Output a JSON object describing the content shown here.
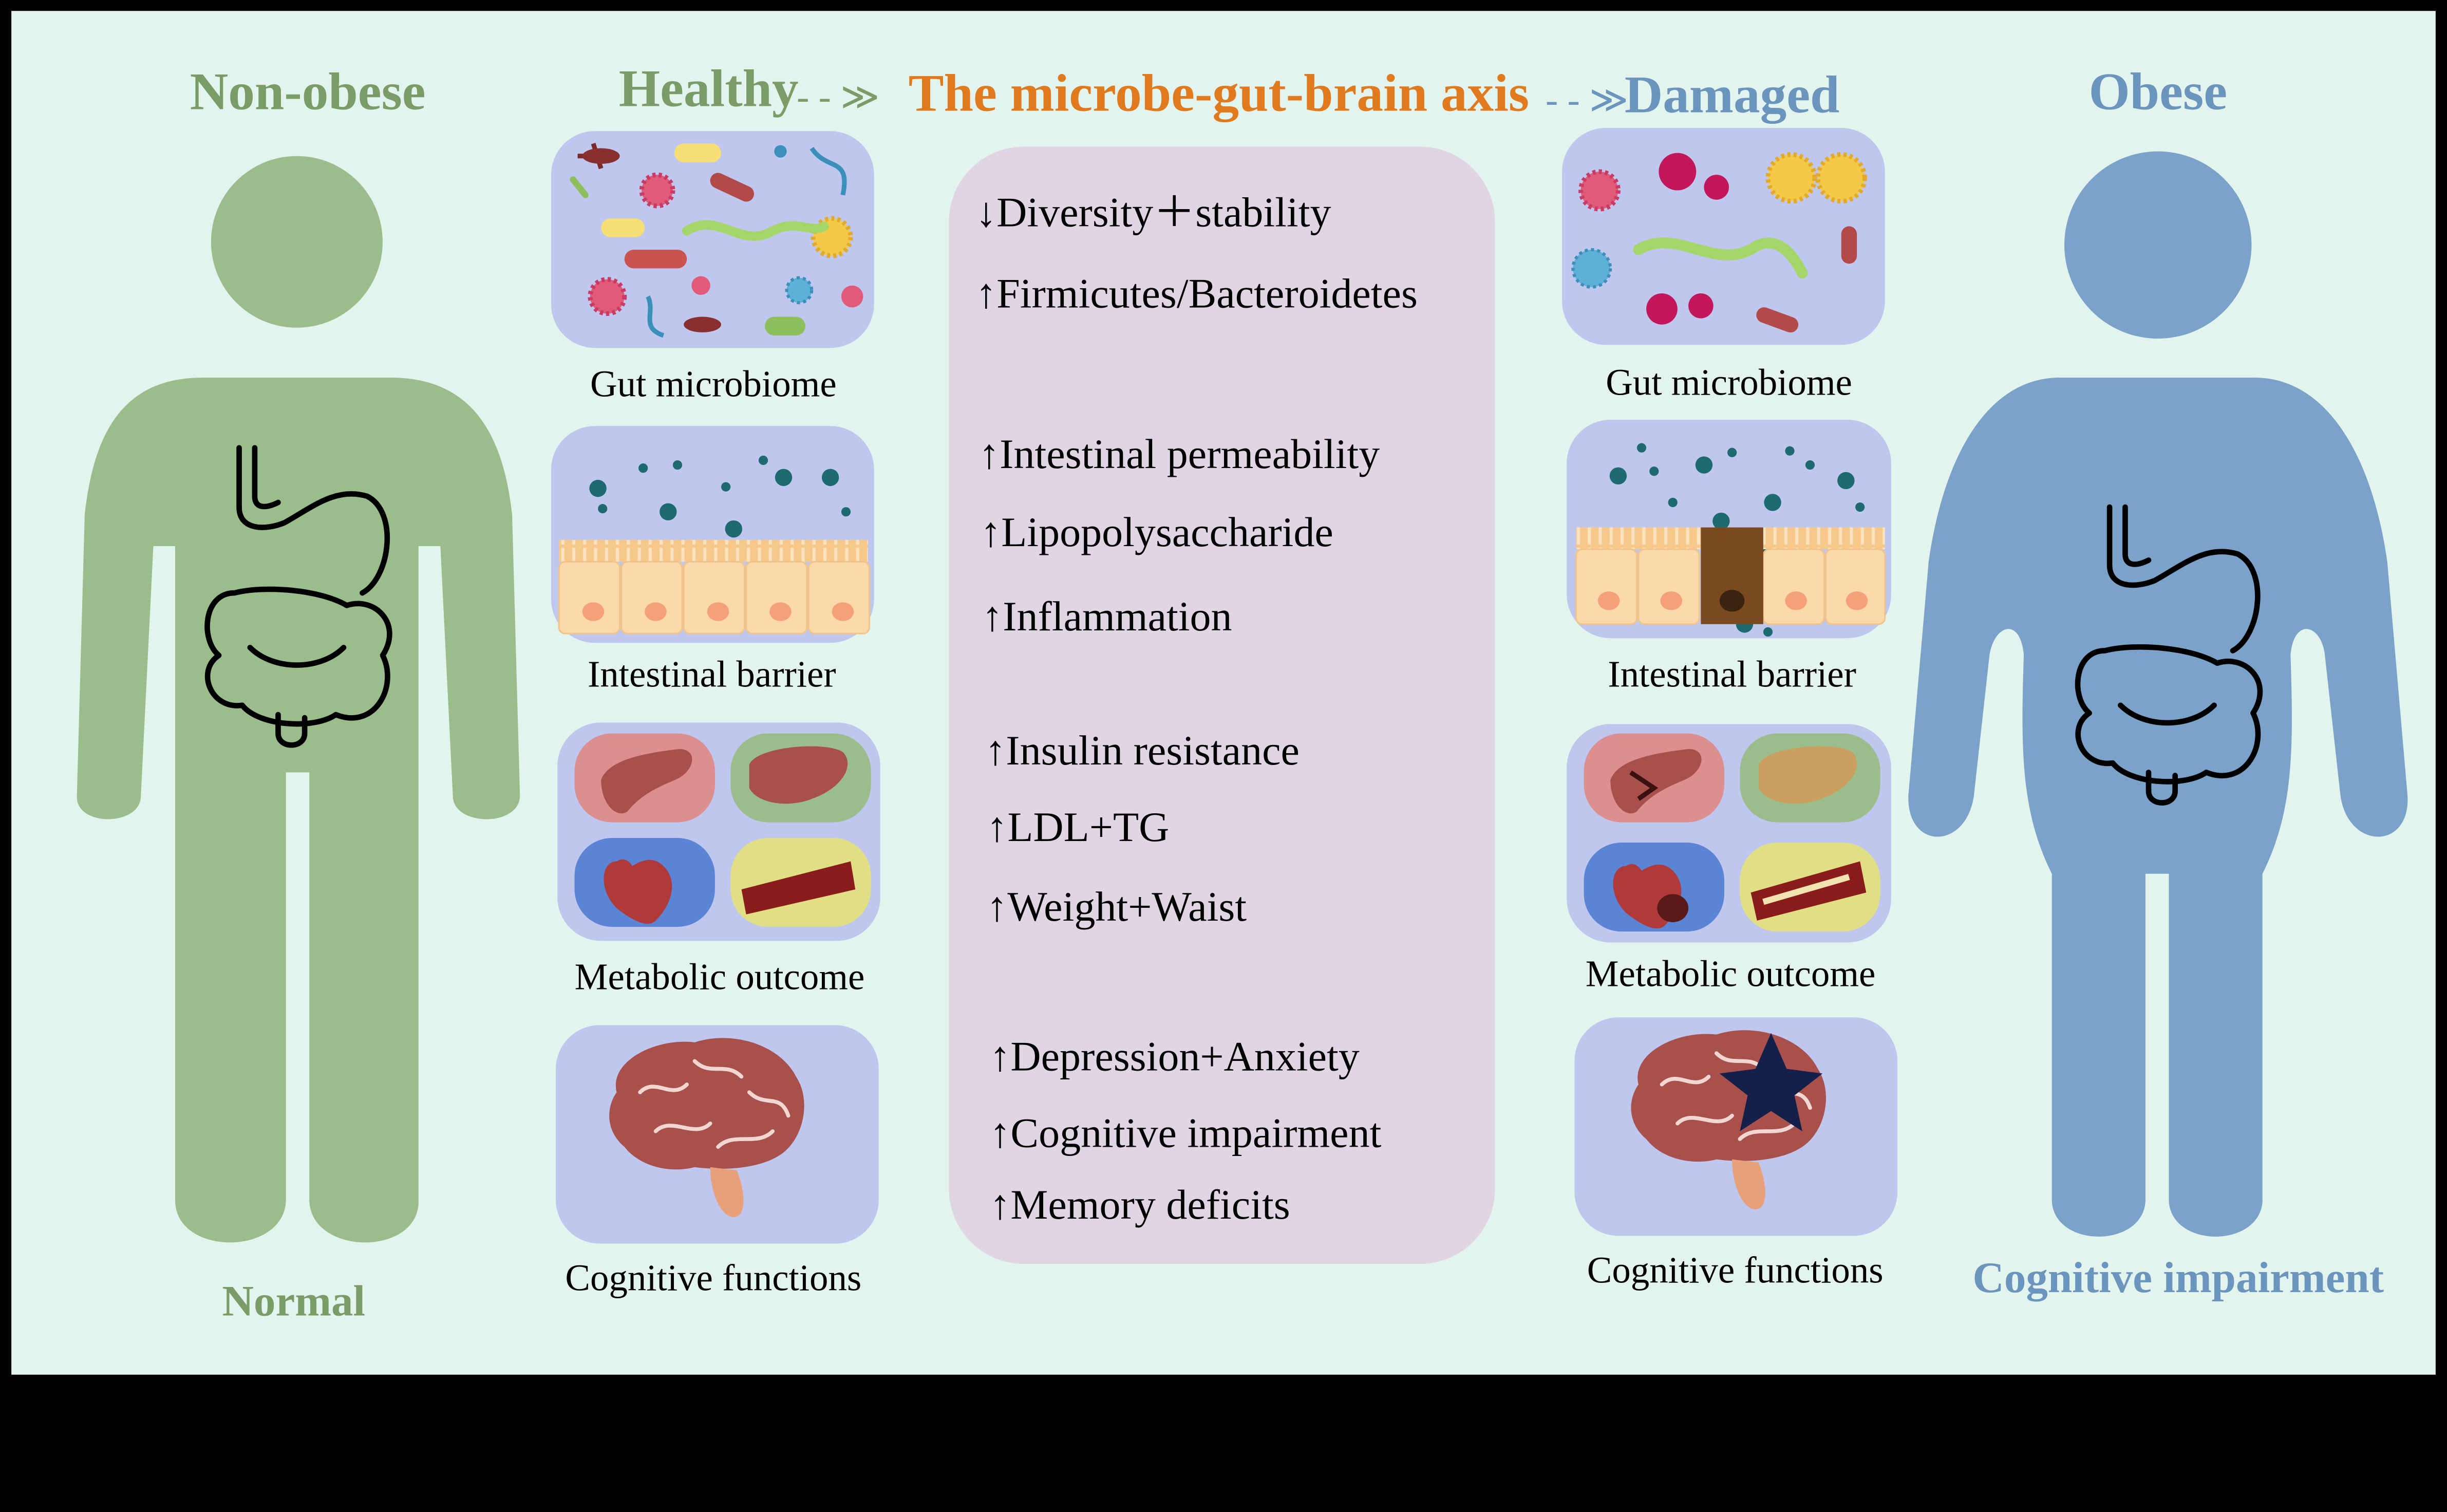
{
  "header": {
    "left_title": "Non-obese",
    "healthy": "Healthy",
    "axis_title": "The microbe-gut-brain axis",
    "damaged": "Damaged",
    "right_title": "Obese"
  },
  "footer": {
    "left_status": "Normal",
    "right_status": "Cognitive impairment"
  },
  "panels_left": [
    {
      "label": "Gut microbiome"
    },
    {
      "label": "Intestinal barrier"
    },
    {
      "label": "Metabolic outcome"
    },
    {
      "label": "Cognitive functions"
    }
  ],
  "panels_right": [
    {
      "label": "Gut microbiome"
    },
    {
      "label": "Intestinal barrier"
    },
    {
      "label": "Metabolic outcome"
    },
    {
      "label": "Cognitive functions"
    }
  ],
  "effects": [
    {
      "text": "↓Diversity＋stability"
    },
    {
      "text": "↑Firmicutes/Bacteroidetes"
    },
    {
      "text": "↑Intestinal permeability"
    },
    {
      "text": "↑Lipopolysaccharide"
    },
    {
      "text": "↑Inflammation"
    },
    {
      "text": "↑Insulin resistance"
    },
    {
      "text": "↑LDL+TG"
    },
    {
      "text": "↑Weight+Waist"
    },
    {
      "text": "↑Depression+Anxiety"
    },
    {
      "text": "↑Cognitive impairment"
    },
    {
      "text": "↑Memory deficits"
    }
  ],
  "colors": {
    "background": "#e3f4ef",
    "frame": "#000000",
    "nonobese": "#9bbd8c",
    "nonobese_text": "#7a9c67",
    "obese": "#7ba3c9",
    "obese_text": "#6b95bd",
    "axis_title": "#e07a1e",
    "panel": "#bfc7ee",
    "center_box": "#e0d5e2",
    "brain": "#a8504c",
    "cell": "#fbd9a8",
    "particle": "#1d6a6f"
  },
  "icons": {
    "person_left": "person-silhouette-icon",
    "person_right": "obese-person-silhouette-icon",
    "organs": [
      "stomach-intestine-icon",
      "pancreas-icon",
      "liver-icon",
      "heart-icon",
      "blood-vessel-icon",
      "brain-icon",
      "damage-star-icon"
    ]
  }
}
